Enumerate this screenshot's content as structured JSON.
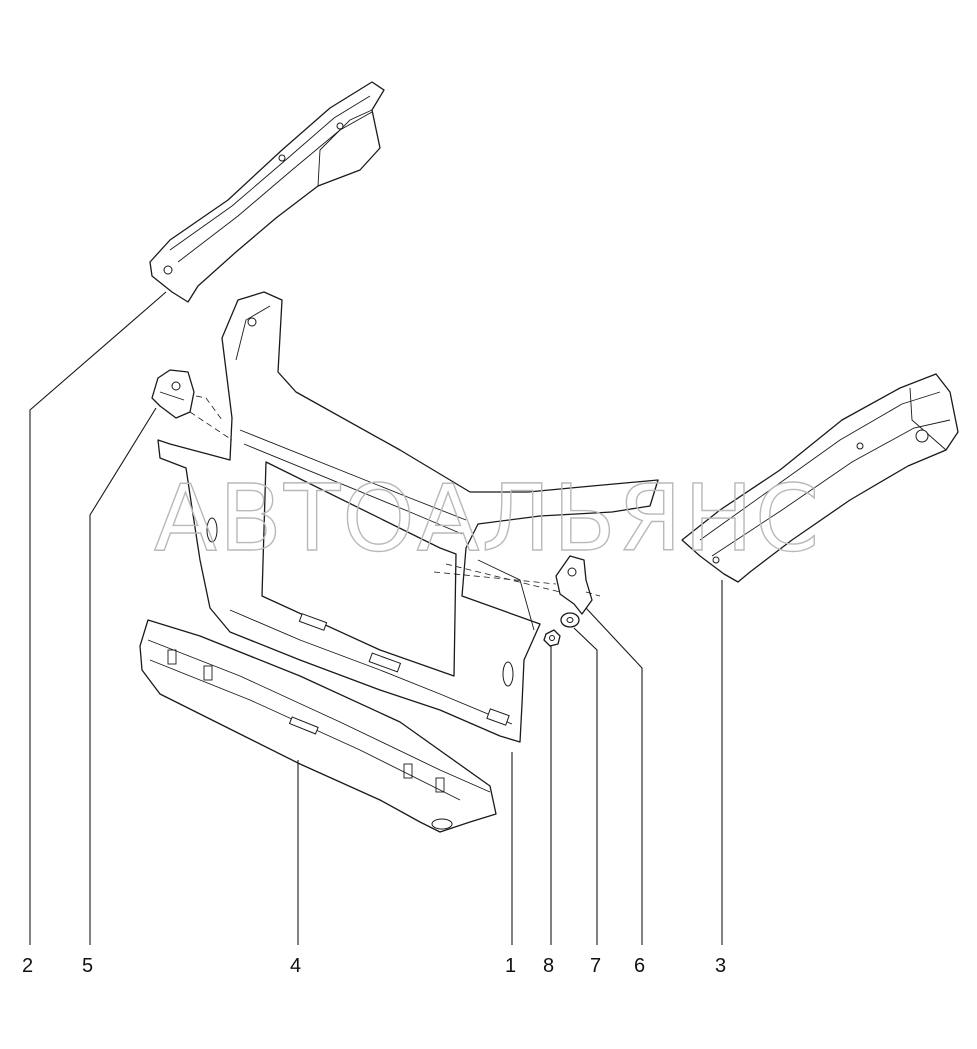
{
  "watermark": "АВТОАЛЬЯНС",
  "callouts": {
    "part_1": "1",
    "part_2": "2",
    "part_3": "3",
    "part_4": "4",
    "part_5": "5",
    "part_6": "6",
    "part_7": "7",
    "part_8": "8"
  }
}
